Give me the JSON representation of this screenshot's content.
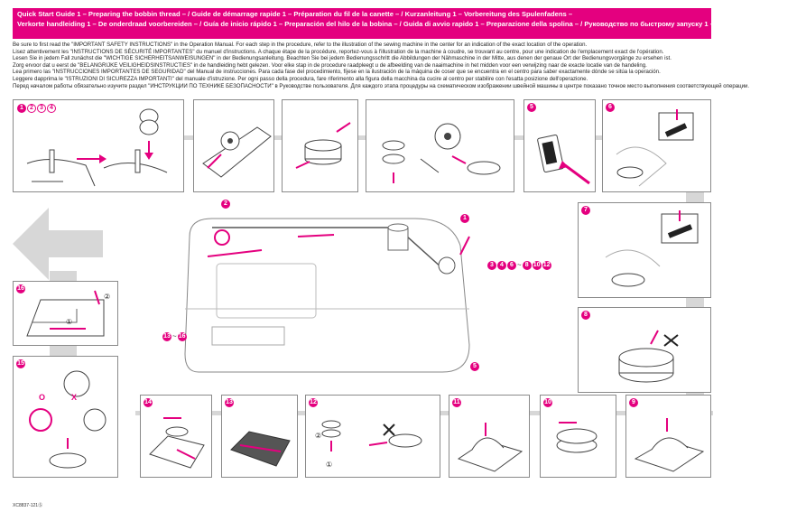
{
  "header": {
    "line1": "Quick Start Guide 1 – Preparing the bobbin thread – / Guide de démarrage rapide 1 – Préparation du fil de la canette – / Kurzanleitung 1 – Vorbereitung des Spulenfadens –",
    "line2": "Verkorte handleiding 1 – De onderdraad voorbereiden – / Guía de inicio rápido 1 – Preparación del hilo de la bobina – / Guida di avvio rapido 1 – Preparazione della spolina – / Руководство по быстрому запуску 1 – Подготовка нижней нити –"
  },
  "intro": [
    "Be sure to first read the \"IMPORTANT SAFETY INSTRUCTIONS\" in the Operation Manual. For each step in the procedure, refer to the illustration of the sewing machine in the center for an indication of the exact location of the operation.",
    "Lisez attentivement les \"INSTRUCTIONS DE SÉCURITÉ IMPORTANTES\" du manuel d'instructions. A chaque étape de la procédure, reportez-vous à l'illustration de la machine à coudre, se trouvant au centre, pour une indication de l'emplacement exact de l'opération.",
    "Lesen Sie in jedem Fall zunächst die \"WICHTIGE SICHERHEITSANWEISUNGEN\" in der Bedienungsanleitung. Beachten Sie bei jedem Bedienungsschritt die Abbildungen der Nähmaschine in der Mitte, aus denen der genaue Ort der Bedienungsvorgänge zu ersehen ist.",
    "Zorg ervoor dat u eerst de \"BELANGRIJKE VEILIGHEIDSINSTRUCTIES\" in de handleiding hebt gelezen.  Voor elke stap in de procedure raadpleegt u de afbeelding van de naaimachine in het midden voor een verwijzing naar de exacte locatie van de handeling.",
    "Lea primero las \"INSTRUCCIONES IMPORTANTES DE SEGURIDAD\" del Manual de instrucciones. Para cada fase del procedimiento, fíjese en la ilustración de la máquina de coser que se encuentra en el centro para saber exactamente dónde se sitúa la operación.",
    "Leggere dapprima le \"ISTRUZIONI DI SICUREZZA IMPORTANTI\" del manuale d'istruzione. Per ogni passo della procedura, fare riferimento alla figura della macchina da cucire al centro per stabilire con l'esatta posizione dell'operazione.",
    "Перед началом работы обязательно изучите раздел \"ИНСТРУКЦИИ ПО ТЕХНИКЕ БЕЗОПАСНОСТИ\" в Руководстве пользователя. Для каждого этапа процедуры на схематическом изображении швейной машины в центре показано точное место выполнения соответствующей операции."
  ],
  "steps": {
    "s1": [
      "1",
      "2",
      "3",
      "4"
    ],
    "s5": "5",
    "s6": "6",
    "s7": "7",
    "s8": "8",
    "s9": "9",
    "s10": "10",
    "s11": "11",
    "s12": "12",
    "s13": "13",
    "s14": "14",
    "s15": "15",
    "s16": "16"
  },
  "machine_callouts": {
    "c1": "1",
    "c2": "2",
    "c5": "5",
    "range_a": [
      "3",
      "4",
      "6",
      "8",
      "10",
      "12"
    ],
    "range_a_sep": "~",
    "range_b_from": "13",
    "range_b_to": "16",
    "range_b_sep": "~"
  },
  "marks": {
    "ok": "O",
    "ng": "X",
    "step12_sub1": "①",
    "step12_sub2": "②",
    "step16_sub1": "①",
    "step16_sub2": "②"
  },
  "footer_code": "XC8837-121Ⓢ",
  "colors": {
    "accent": "#e4007f",
    "line": "#444444",
    "arrow_grey": "#d7d7d7"
  }
}
